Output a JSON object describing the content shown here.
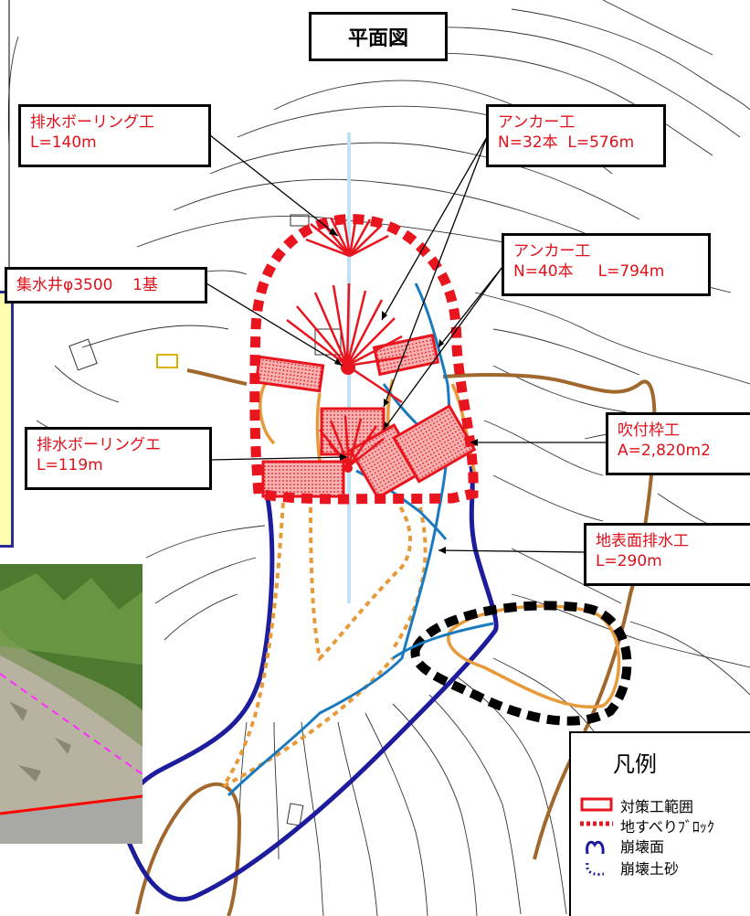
{
  "title": "平面図",
  "labels": {
    "drain_boring_1": {
      "line1": "排水ボーリング工",
      "line2": "L=140m"
    },
    "anchor_1": {
      "line1": "アンカー工",
      "line2": "N=32本  L=576m"
    },
    "anchor_2": {
      "line1": "アンカー工",
      "line2": "N=40本     L=794m"
    },
    "well": {
      "line1": "集水井φ3500    1基"
    },
    "drain_boring_2": {
      "line1": "排水ボーリングエ",
      "line2": "L=119m"
    },
    "spray_frame": {
      "line1": "吹付枠工",
      "line2": "A=2,820m2"
    },
    "surface_drain": {
      "line1": "地表面排水工",
      "line2": "L=290m"
    }
  },
  "legend": {
    "title": "凡例",
    "items": [
      {
        "label": "対策工範囲",
        "icon": "solid-red-rect-icon"
      },
      {
        "label": "地すべりﾌﾞﾛｯｸ",
        "icon": "dotted-red-line-icon"
      },
      {
        "label": "崩壊面",
        "icon": "navy-arc-icon"
      },
      {
        "label": "崩壊土砂",
        "icon": "navy-dotted-arc-icon"
      }
    ]
  },
  "colors": {
    "measure_red": "#e8141e",
    "collapse_navy": "#1c1c9c",
    "drain_blue": "#1a7ac0",
    "road_brown": "#a0682c",
    "orange": "#e69a3a",
    "contour": "#333333"
  }
}
